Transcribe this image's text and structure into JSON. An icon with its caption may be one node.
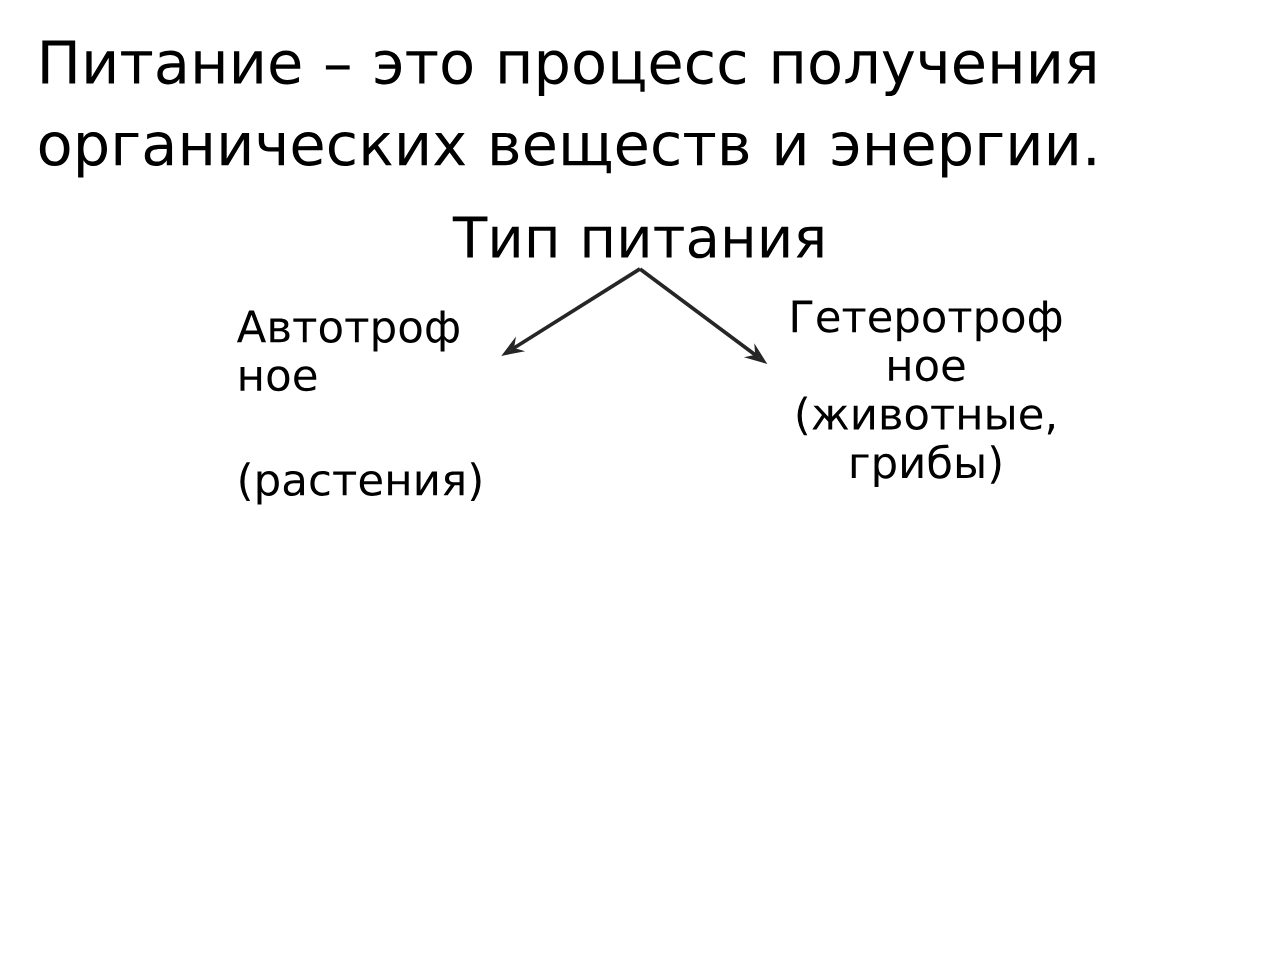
{
  "diagram": {
    "title": "Питание – это процесс получения органических веществ и энергии.",
    "nodes": [
      {
        "text": [
          "Тип питания"
        ]
      },
      {
        "text": [
          "Автотроф ное",
          "(растения)"
        ]
      },
      {
        "text": [
          "Гетеротроф ное (животные, грибы)"
        ]
      }
    ],
    "edges": [
      {
        "from": 0,
        "to": 1,
        "arrow": "to"
      },
      {
        "from": 0,
        "to": 2,
        "arrow": "to"
      }
    ]
  }
}
